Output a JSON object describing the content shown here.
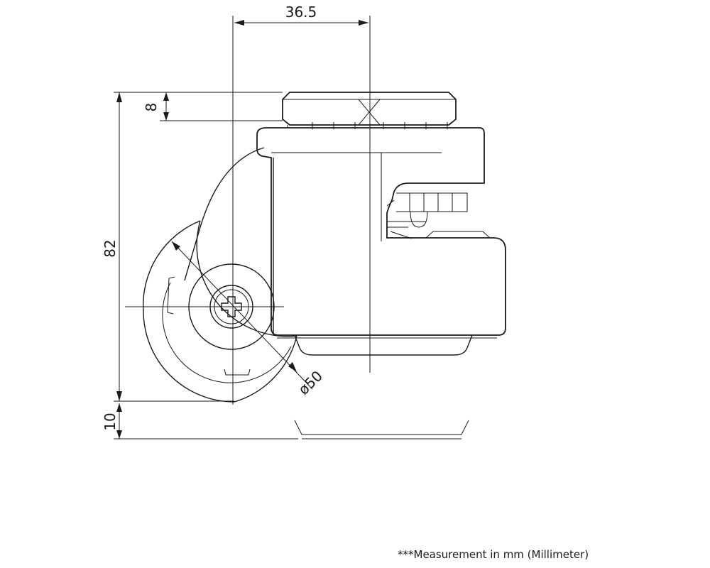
{
  "dimensions": {
    "width_offset": "36.5",
    "nut_height": "8",
    "total_height": "82",
    "wheel_diameter": "ø50",
    "lift_height": "10"
  },
  "note": "***Measurement in mm (Millimeter)"
}
